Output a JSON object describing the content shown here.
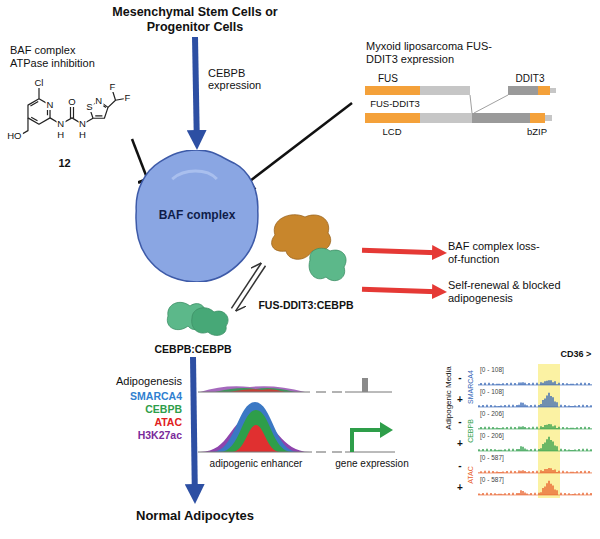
{
  "diagram": {
    "nodes": [
      {
        "text": [
          "Mesenchymal Stem Cells or Progenitor Cells"
        ]
      },
      {
        "text": [
          "BAF complex ATPase inhibition"
        ]
      },
      {
        "text": [
          "Myxoid liposarcoma FUS-DDIT3 expression"
        ]
      },
      {
        "text": [
          "BAF complex"
        ]
      },
      {
        "text": [
          "FUS-DDIT3:CEBPB"
        ]
      },
      {
        "text": [
          "BAF complex loss-of-function"
        ]
      },
      {
        "text": [
          "Self-renewal & blocked adipogenesis"
        ]
      },
      {
        "text": [
          "CEBPB:CEBPB"
        ]
      },
      {
        "text": [
          "Normal Adipocytes"
        ]
      }
    ],
    "edges": [
      {
        "from": 0,
        "to": 3,
        "arrow": "to",
        "label": "CEBPB expression"
      },
      {
        "from": 1,
        "to": 3,
        "arrow": "to"
      },
      {
        "from": 2,
        "to": 3,
        "arrow": "to"
      },
      {
        "from": 4,
        "to": 5,
        "arrow": "to"
      },
      {
        "from": 4,
        "to": 6,
        "arrow": "to"
      },
      {
        "from": 7,
        "to": 4,
        "arrow": "both"
      },
      {
        "from": 7,
        "to": 8,
        "arrow": "to"
      }
    ],
    "labels": [
      "Cl",
      "N",
      "HO",
      "N",
      "H",
      "O",
      "N",
      "H",
      "S",
      "N",
      "F",
      "F",
      "12",
      "FUS",
      "DDIT3",
      "FUS-DDIT3",
      "LCD",
      "bZIP",
      "Adipogenesis",
      "SMARCA4",
      "CEBPB",
      "ATAC",
      "H3K27ac",
      "adipogenic enhancer",
      "gene expression",
      "Adipogenic Media",
      "CD36 >",
      "SMARCA4",
      "CEBPB",
      "ATAC",
      "-",
      "+",
      "-",
      "+",
      "-",
      "+",
      "[0 - 108]",
      "[0 - 108]",
      "[0 - 206]",
      "[0 - 206]",
      "[0 - 587]",
      "[0 - 587]"
    ]
  }
}
